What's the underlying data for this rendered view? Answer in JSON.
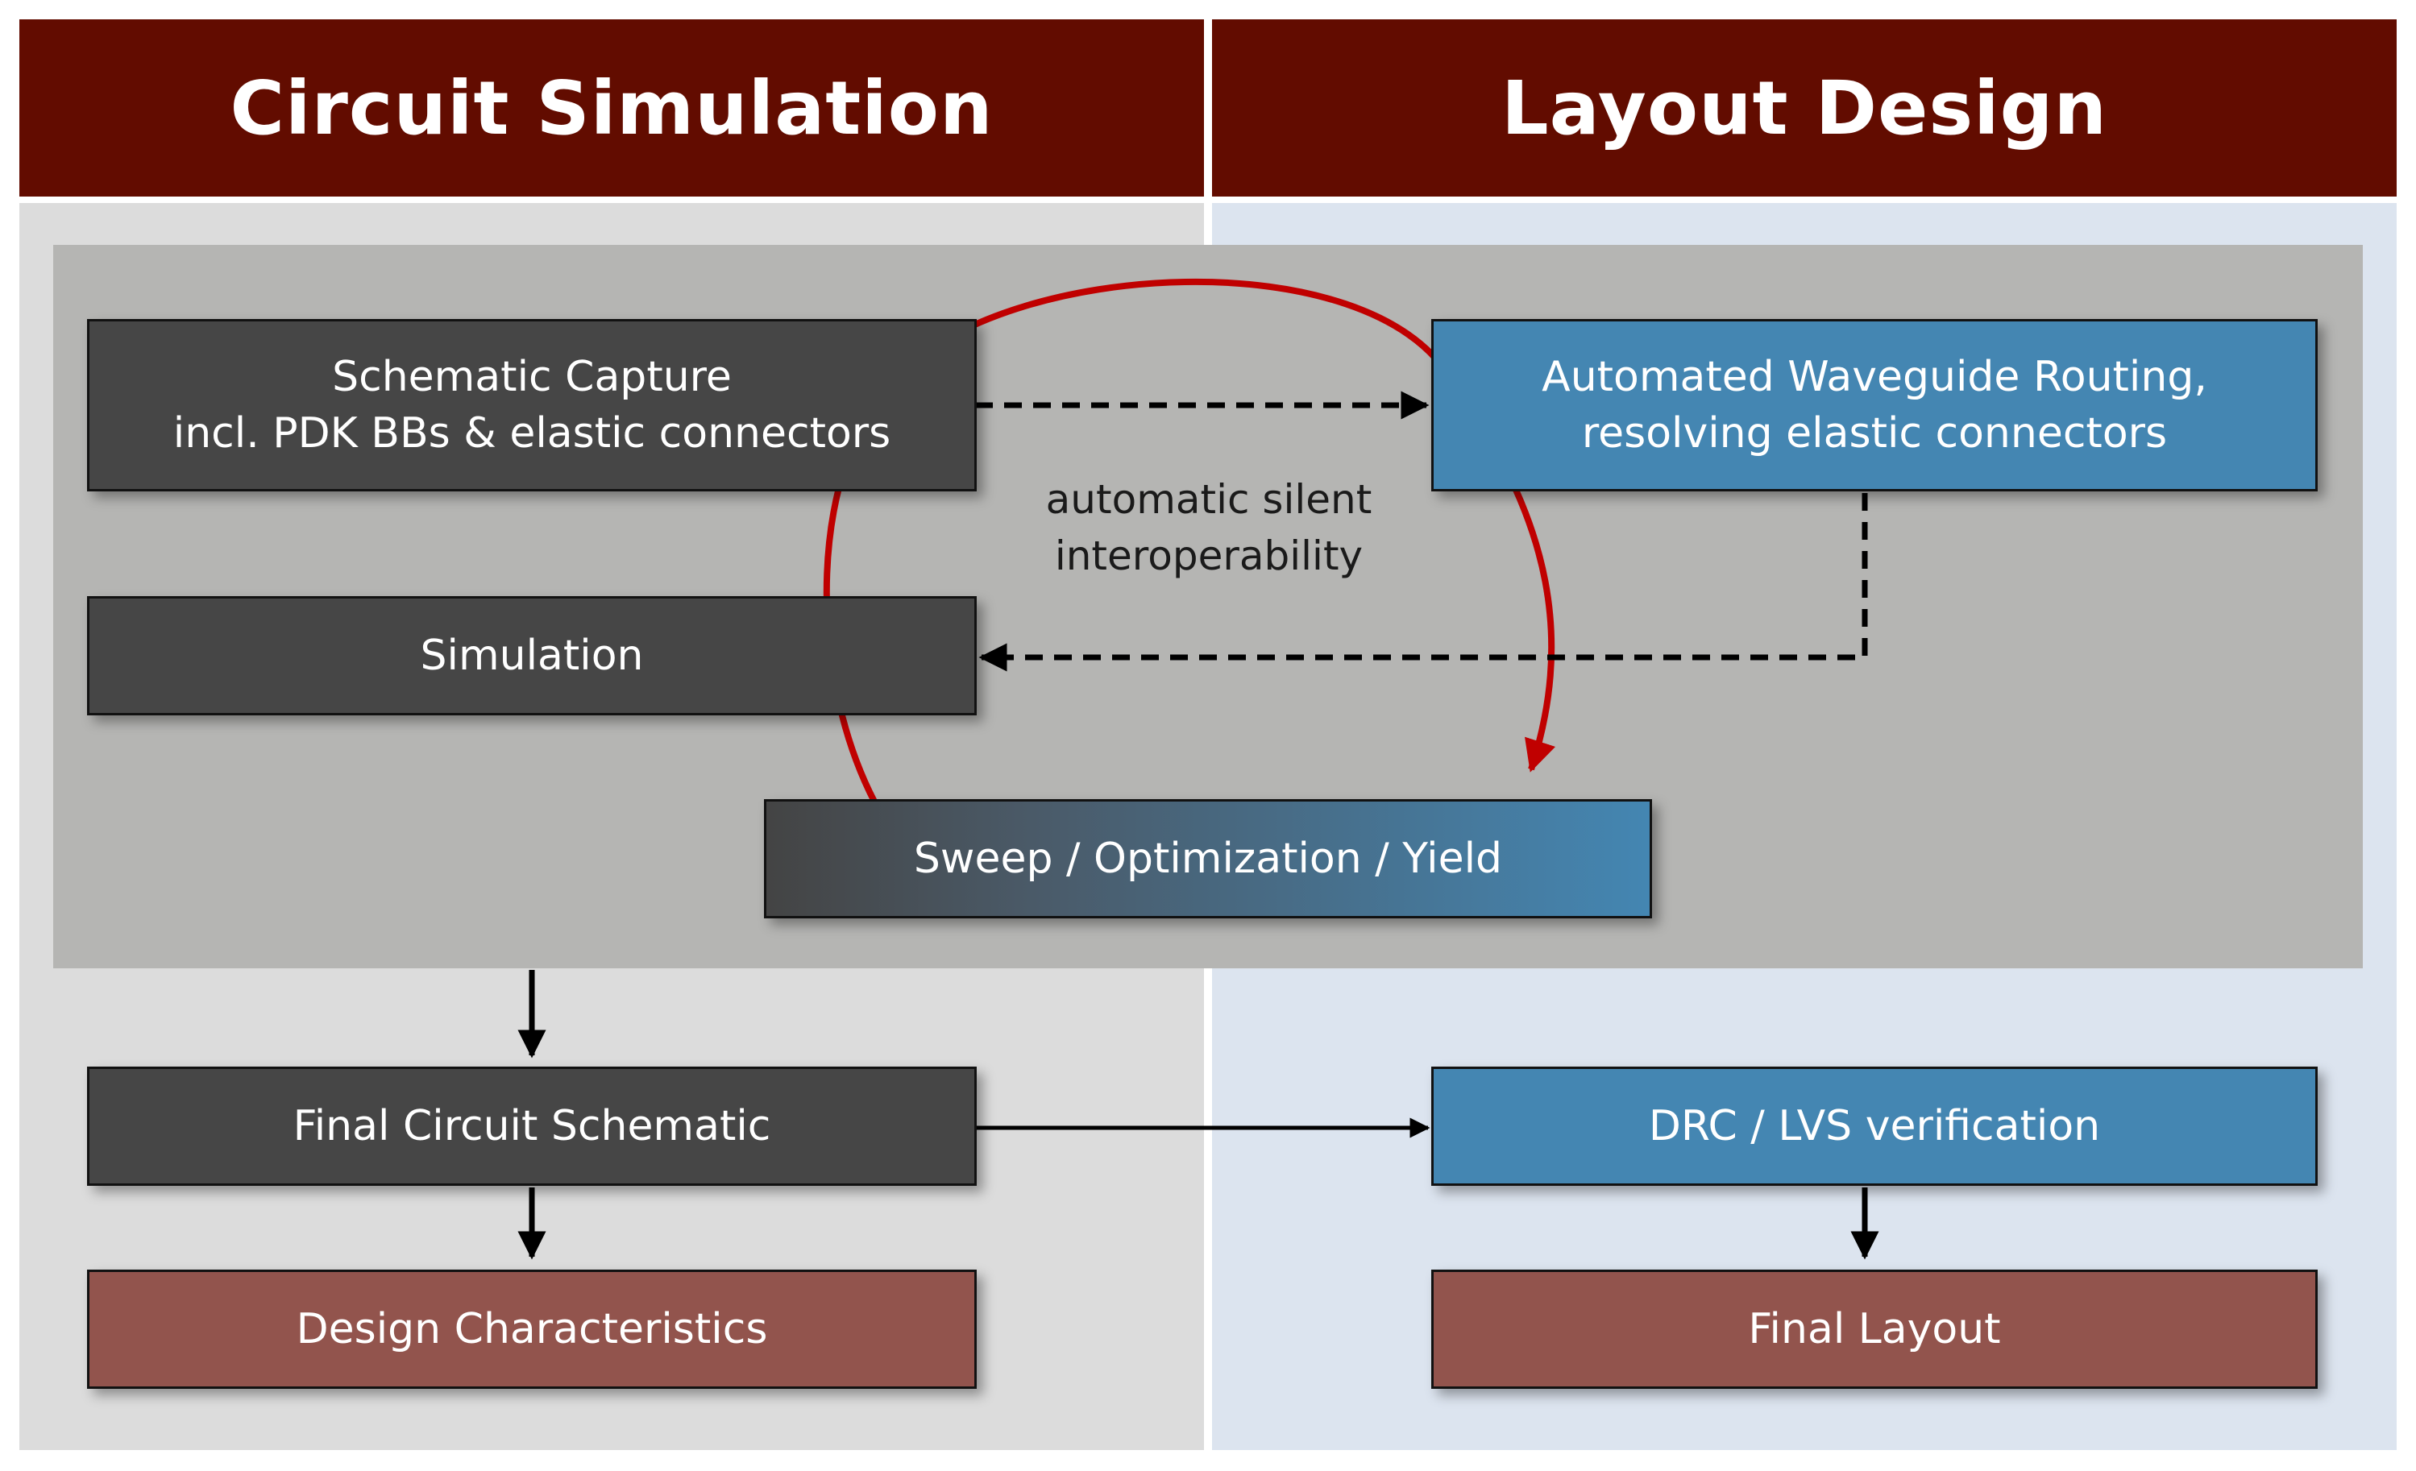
{
  "headers": {
    "left": "Circuit Simulation",
    "right": "Layout Design"
  },
  "boxes": {
    "schematic_capture": "Schematic Capture\nincl. PDK BBs & elastic connectors",
    "simulation": "Simulation",
    "waveguide_routing": "Automated Waveguide Routing,\nresolving elastic connectors",
    "sweep": "Sweep / Optimization / Yield",
    "final_schematic": "Final Circuit Schematic",
    "drc_lvs": "DRC / LVS verification",
    "design_characteristics": "Design Characteristics",
    "final_layout": "Final Layout"
  },
  "labels": {
    "interoperability": "automatic silent\ninteroperability"
  },
  "colors": {
    "header": "#620c00",
    "dark_box": "#464646",
    "blue_box": "#4486b2",
    "brown_box": "#92544d",
    "loop_arrow": "#c00000"
  }
}
